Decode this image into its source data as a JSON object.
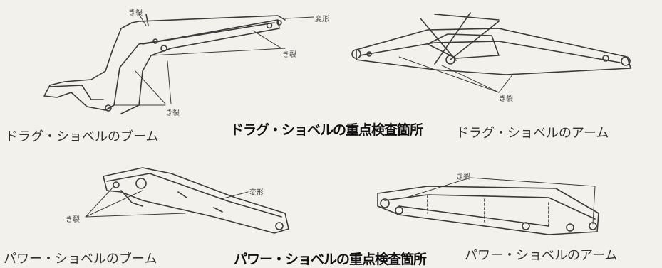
{
  "callouts": {
    "crack": "き裂",
    "deform": "変形"
  },
  "captions": {
    "drag_boom": "ドラグ・ショベルのブーム",
    "drag_arm": "ドラグ・ショベルのアーム",
    "power_boom": "パワー・ショベルのブーム",
    "power_arm": "パワー・ショベルのアーム"
  },
  "titles": {
    "drag_points": "ドラグ・ショベルの重点検査箇所",
    "power_points": "パワー・ショベルの重点検査箇所"
  }
}
